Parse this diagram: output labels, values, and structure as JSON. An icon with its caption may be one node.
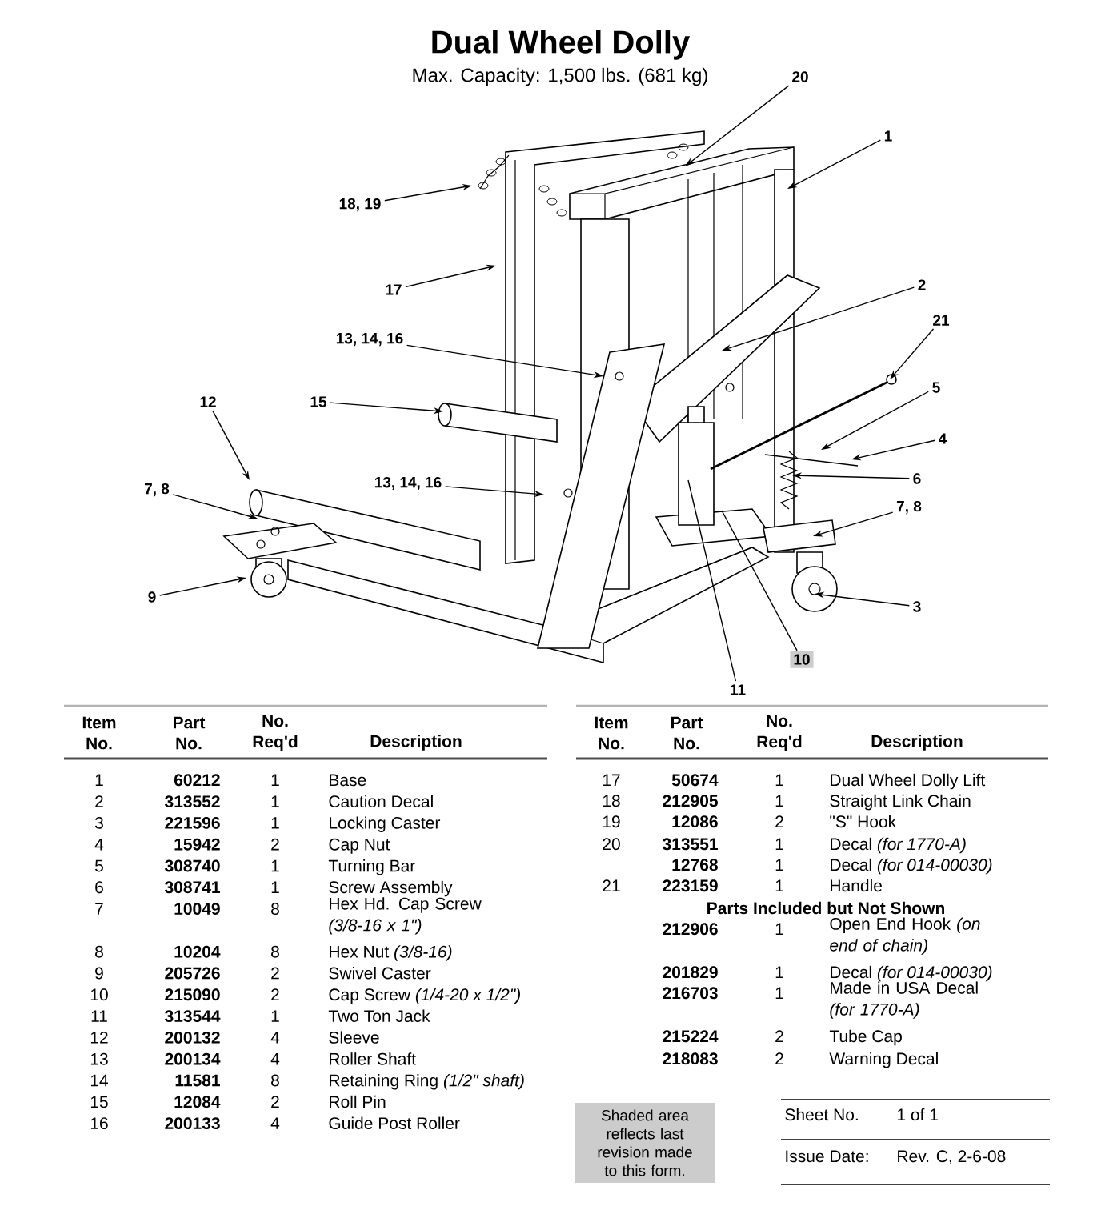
{
  "diagram": {
    "title": "Dual Wheel Dolly",
    "nodes": [
      {
        "text": [
          "20"
        ]
      },
      {
        "text": [
          "1"
        ]
      },
      {
        "text": [
          "18, 19"
        ]
      },
      {
        "text": [
          "2"
        ]
      },
      {
        "text": [
          "17"
        ]
      },
      {
        "text": [
          "21"
        ]
      },
      {
        "text": [
          "13, 14, 16"
        ]
      },
      {
        "text": [
          "5"
        ]
      },
      {
        "text": [
          "15"
        ]
      },
      {
        "text": [
          "12"
        ]
      },
      {
        "text": [
          "4"
        ]
      },
      {
        "text": [
          "6"
        ]
      },
      {
        "text": [
          "13, 14, 16"
        ]
      },
      {
        "text": [
          "7, 8"
        ]
      },
      {
        "text": [
          "7, 8"
        ]
      },
      {
        "text": [
          "9"
        ]
      },
      {
        "text": [
          "3"
        ]
      },
      {
        "text": [
          "10"
        ]
      },
      {
        "text": [
          "11"
        ]
      },
      {
        "text": [
          "Shaded area reflects last revision made to this form."
        ]
      }
    ],
    "edges": [
      {
        "from": 0,
        "to": null,
        "arrow": "to"
      },
      {
        "from": 1,
        "to": null,
        "arrow": "to"
      },
      {
        "from": 2,
        "to": null,
        "arrow": "to"
      },
      {
        "from": 3,
        "to": null,
        "arrow": "to"
      },
      {
        "from": 4,
        "to": null,
        "arrow": "to"
      },
      {
        "from": 5,
        "to": null,
        "arrow": "to"
      },
      {
        "from": 6,
        "to": null,
        "arrow": "to"
      },
      {
        "from": 7,
        "to": null,
        "arrow": "to"
      },
      {
        "from": 8,
        "to": null,
        "arrow": "to"
      },
      {
        "from": 9,
        "to": null,
        "arrow": "to"
      },
      {
        "from": 10,
        "to": null,
        "arrow": "to"
      },
      {
        "from": 11,
        "to": null,
        "arrow": "to"
      },
      {
        "from": 12,
        "to": null,
        "arrow": "to"
      },
      {
        "from": 13,
        "to": null,
        "arrow": "to"
      },
      {
        "from": 14,
        "to": null,
        "arrow": "to"
      },
      {
        "from": 15,
        "to": null,
        "arrow": "to"
      },
      {
        "from": 16,
        "to": null,
        "arrow": "to"
      },
      {
        "from": 17,
        "to": null,
        "arrow": "none"
      },
      {
        "from": 18,
        "to": null,
        "arrow": "none"
      }
    ],
    "labels": [
      "Max. Capacity: 1,500 lbs. (681 kg)",
      "Item No.",
      "Part No.",
      "No. Req'd",
      "Description",
      "1",
      "60212",
      "1",
      "Base",
      "2",
      "313552",
      "1",
      "Caution Decal",
      "3",
      "221596",
      "1",
      "Locking Caster",
      "4",
      "15942",
      "2",
      "Cap Nut",
      "5",
      "308740",
      "1",
      "Turning Bar",
      "6",
      "308741",
      "1",
      "Screw Assembly",
      "7",
      "10049",
      "8",
      "Hex Hd. Cap Screw *(3/8-16 x 1\")*",
      "8",
      "10204",
      "8",
      "Hex Nut *(3/8-16)*",
      "9",
      "205726",
      "2",
      "Swivel Caster",
      "10",
      "215090",
      "2",
      "Cap Screw *(1/4-20 x 1/2\")*",
      "11",
      "313544",
      "1",
      "Two Ton Jack",
      "12",
      "200132",
      "4",
      "Sleeve",
      "13",
      "200134",
      "4",
      "Roller Shaft",
      "14",
      "11581",
      "8",
      "Retaining Ring *(1/2\" shaft)*",
      "15",
      "12084",
      "2",
      "Roll Pin",
      "16",
      "200133",
      "4",
      "Guide Post Roller",
      "Item No.",
      "Part No.",
      "No. Req'd",
      "Description",
      "17",
      "50674",
      "1",
      "Dual Wheel Dolly Lift",
      "18",
      "212905",
      "1",
      "Straight Link Chain",
      "19",
      "12086",
      "2",
      "\"S\" Hook",
      "20",
      "313551",
      "1",
      "Decal *(for 1770-A)*",
      "12768",
      "1",
      "Decal *(for 014-00030)*",
      "21",
      "223159",
      "1",
      "Handle",
      "Parts Included but Not Shown",
      "212906",
      "1",
      "Open End Hook *(on end of chain)*",
      "201829",
      "1",
      "Decal *(for 014-00030)*",
      "216703",
      "1",
      "Made in USA Decal *(for 1770-A)*",
      "215224",
      "2",
      "Tube Cap",
      "218083",
      "2",
      "Warning Decal",
      "Sheet No.",
      "1 of 1",
      "Issue Date:",
      "Rev. C, 2-6-08"
    ]
  }
}
